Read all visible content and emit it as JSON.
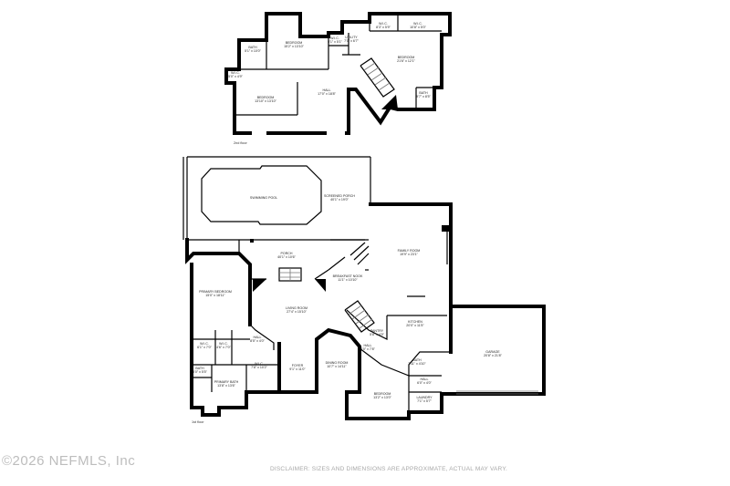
{
  "upper_floor": {
    "label": "2nd floor",
    "rooms": [
      {
        "id": "bath-2a",
        "name": "BATH",
        "dims": "5'1\" x 10'0\""
      },
      {
        "id": "bedroom-2a",
        "name": "BEDROOM",
        "dims": "15'2\" x 13'10\""
      },
      {
        "id": "wic-2a",
        "name": "W.I.C.",
        "dims": "5'1\" x 5'1\""
      },
      {
        "id": "utility",
        "name": "UTILITY",
        "dims": "7'0\" x 6'7\""
      },
      {
        "id": "wic-2b",
        "name": "W.I.C.",
        "dims": "8'3\" x 5'9\""
      },
      {
        "id": "wic-2c",
        "name": "W.I.C.",
        "dims": "10'8\" x 5'0\""
      },
      {
        "id": "bedroom-2b",
        "name": "BEDROOM",
        "dims": "21'6\" x 12'1\""
      },
      {
        "id": "wic-2d",
        "name": "W.I.C.",
        "dims": "5'0\" x 4'9\""
      },
      {
        "id": "bedroom-2c",
        "name": "BEDROOM",
        "dims": "13'10\" x 13'10\""
      },
      {
        "id": "hall-2",
        "name": "HALL",
        "dims": "17'0\" x 18'8\""
      },
      {
        "id": "bath-2b",
        "name": "BATH",
        "dims": "9'7\" x 8'5\""
      }
    ]
  },
  "lower_floor": {
    "label": "1st floor",
    "rooms": [
      {
        "id": "pool",
        "name": "SWIMMING POOL",
        "dims": ""
      },
      {
        "id": "screened-porch",
        "name": "SCREENED PORCH",
        "dims": "40'1\" x 19'0\""
      },
      {
        "id": "porch",
        "name": "PORCH",
        "dims": "40'1\" x 10'6\""
      },
      {
        "id": "family-room",
        "name": "FAMILY ROOM",
        "dims": "19'9\" x 23'1\""
      },
      {
        "id": "primary-bedroom",
        "name": "PRIMARY BEDROOM",
        "dims": "15'0\" x 18'11\""
      },
      {
        "id": "breakfast-nook",
        "name": "BREAKFAST NOOK",
        "dims": "11'1\" x 10'10\""
      },
      {
        "id": "living-room",
        "name": "LIVING ROOM",
        "dims": "27'4\" x 15'10\""
      },
      {
        "id": "pantry",
        "name": "PANTRY",
        "dims": "5'8\" x 4'9\""
      },
      {
        "id": "kitchen",
        "name": "KITCHEN",
        "dims": "20'0\" x 11'5\""
      },
      {
        "id": "hall-1a",
        "name": "HALL",
        "dims": "8'5\" x 4'0\""
      },
      {
        "id": "wic-1a",
        "name": "W.I.C.",
        "dims": "6'1\" x 7'0\""
      },
      {
        "id": "wic-1b",
        "name": "W.I.C.",
        "dims": "4'6\" x 7'0\""
      },
      {
        "id": "wic-1c",
        "name": "W.I.C.",
        "dims": "7'8\" x 10'2\""
      },
      {
        "id": "foyer",
        "name": "FOYER",
        "dims": "9'1\" x 11'0\""
      },
      {
        "id": "dining-room",
        "name": "DINING ROOM",
        "dims": "10'7\" x 14'11\""
      },
      {
        "id": "hall-1b",
        "name": "HALL",
        "dims": "3'0\" x 7'8\""
      },
      {
        "id": "garage",
        "name": "GARAGE",
        "dims": "20'8\" x 21'8\""
      },
      {
        "id": "bath-1a",
        "name": "BATH",
        "dims": "5'0\" x 5'5\""
      },
      {
        "id": "primary-bath",
        "name": "PRIMARY BATH",
        "dims": "13'8\" x 13'6\""
      },
      {
        "id": "bath-1b",
        "name": "BATH",
        "dims": "7'11\" x 4'10\""
      },
      {
        "id": "hall-1c",
        "name": "HALL",
        "dims": "6'0\" x 4'0\""
      },
      {
        "id": "bedroom-1",
        "name": "BEDROOM",
        "dims": "13'2\" x 13'0\""
      },
      {
        "id": "laundry",
        "name": "LAUNDRY",
        "dims": "7'1\" x 5'7\""
      }
    ]
  },
  "watermark": "©2026 NEFMLS, Inc",
  "disclaimer": "DISCLAIMER: SIZES AND DIMENSIONS ARE APPROXIMATE, ACTUAL MAY VARY."
}
